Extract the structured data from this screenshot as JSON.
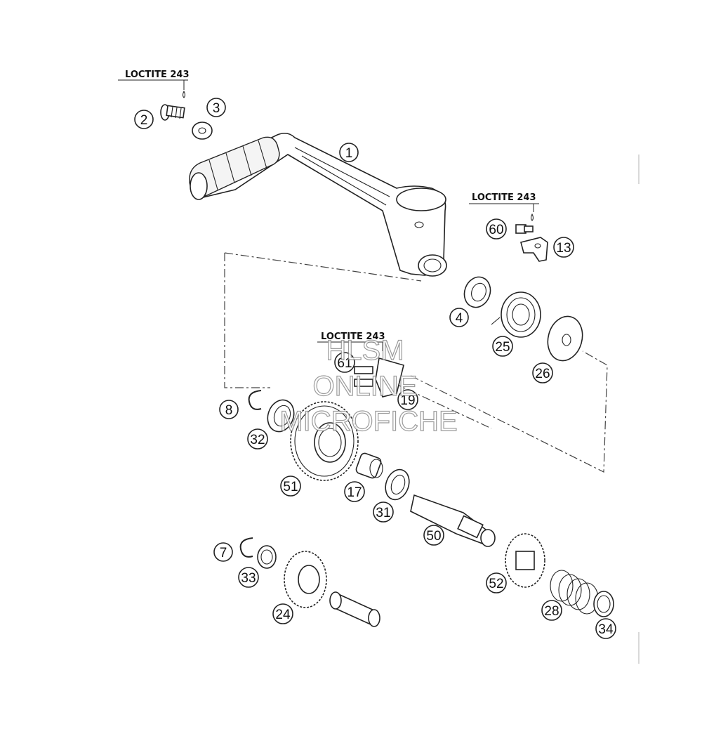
{
  "loctite_labels": [
    "LOCTITE 243",
    "LOCTITE 243",
    "LOCTITE 243"
  ],
  "watermark": [
    "HLSM",
    "ONLINE",
    "MICROFICHE"
  ],
  "callouts": [
    "1",
    "2",
    "3",
    "4",
    "60",
    "13",
    "25",
    "26",
    "61",
    "19",
    "8",
    "32",
    "51",
    "17",
    "31",
    "50",
    "7",
    "33",
    "24",
    "52",
    "28",
    "34"
  ]
}
